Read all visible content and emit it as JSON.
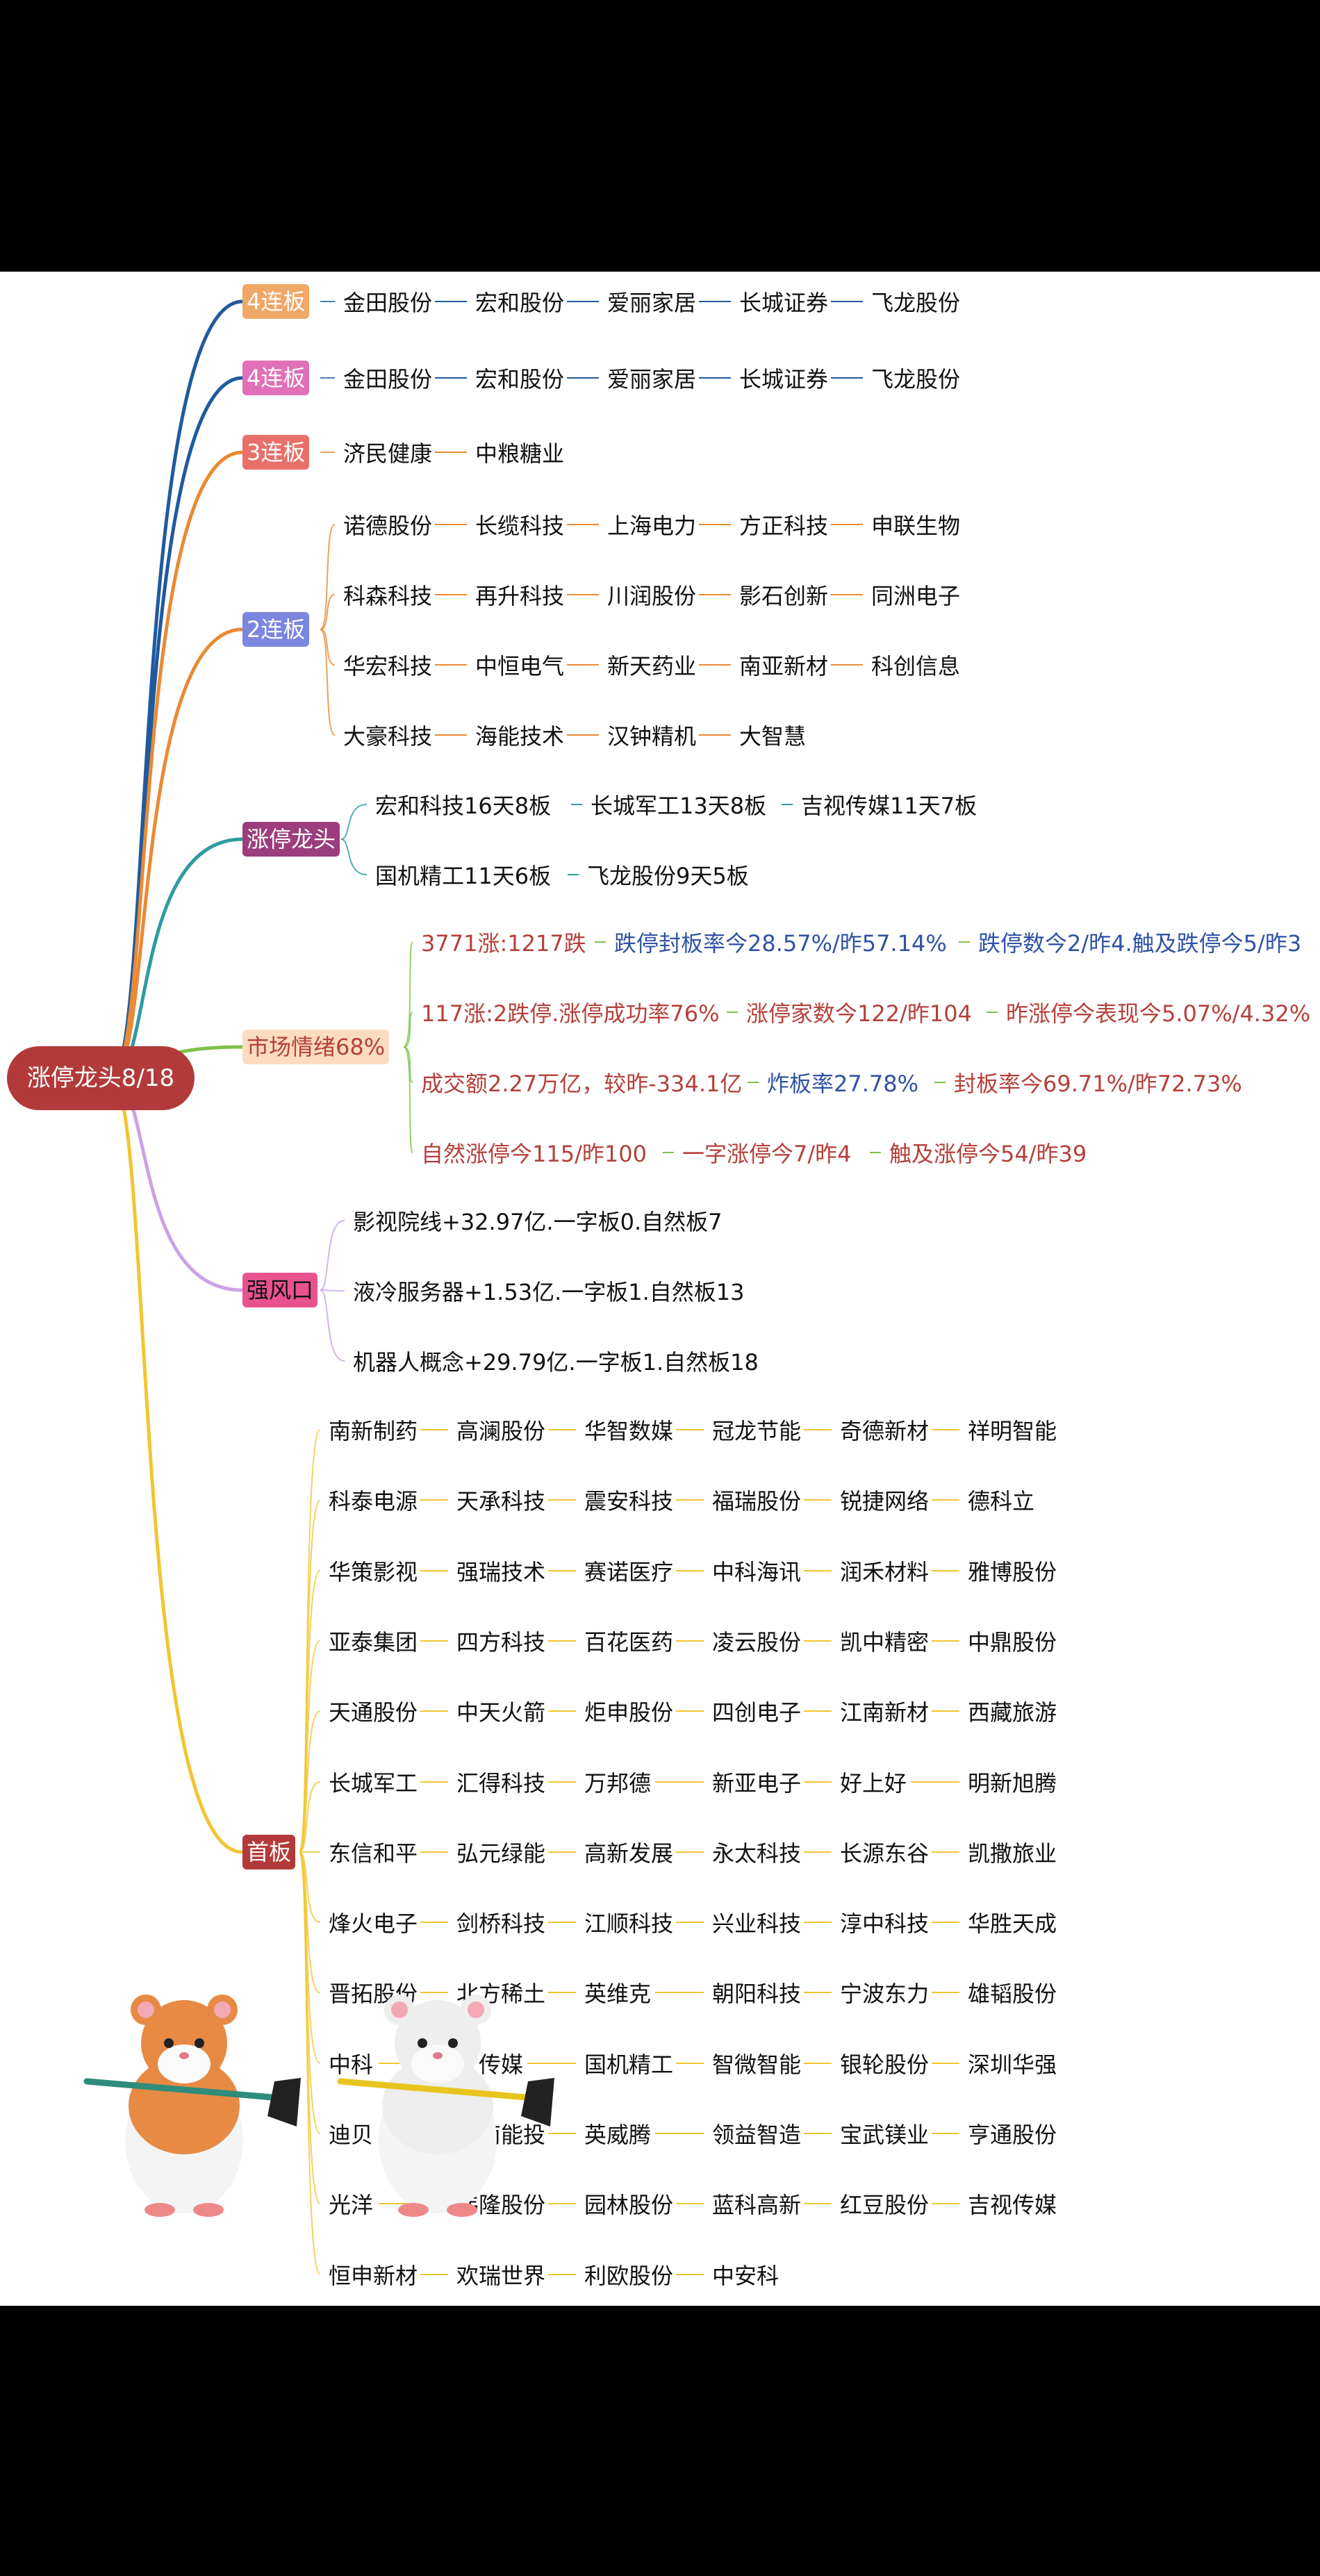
{
  "root": {
    "label": "涨停龙头8/18",
    "color": "#b23a3a"
  },
  "branches": [
    {
      "id": "b1",
      "label": "4连板",
      "bg": "#f1a765",
      "fg": "#ffffff",
      "line": "#1f5a9e",
      "rows": [
        [
          "金田股份",
          "宏和股份",
          "爱丽家居",
          "长城证券",
          "飞龙股份"
        ]
      ]
    },
    {
      "id": "b2",
      "label": "4连板",
      "bg": "#e070b8",
      "fg": "#ffffff",
      "line": "#1f5a9e",
      "rows": [
        [
          "金田股份",
          "宏和股份",
          "爱丽家居",
          "长城证券",
          "飞龙股份"
        ]
      ]
    },
    {
      "id": "b3",
      "label": "3连板",
      "bg": "#e8706a",
      "fg": "#ffffff",
      "line": "#e98a35",
      "rows": [
        [
          "济民健康",
          "中粮糖业"
        ]
      ]
    },
    {
      "id": "b4",
      "label": "2连板",
      "bg": "#7b86df",
      "fg": "#ffffff",
      "line": "#e98a35",
      "rows": [
        [
          "诺德股份",
          "长缆科技",
          "上海电力",
          "方正科技",
          "申联生物"
        ],
        [
          "科森科技",
          "再升科技",
          "川润股份",
          "影石创新",
          "同洲电子"
        ],
        [
          "华宏科技",
          "中恒电气",
          "新天药业",
          "南亚新材",
          "科创信息"
        ],
        [
          "大豪科技",
          "海能技术",
          "汉钟精机",
          "大智慧"
        ]
      ]
    },
    {
      "id": "b5",
      "label": "涨停龙头",
      "bg": "#9c3d7e",
      "fg": "#ffffff",
      "line": "#2e9ba0",
      "rows": [
        [
          "宏和科技16天8板",
          "长城军工13天8板",
          "吉视传媒11天7板"
        ],
        [
          "国机精工11天6板",
          "飞龙股份9天5板"
        ]
      ]
    },
    {
      "id": "b6",
      "label": "市场情绪68%",
      "bg": "#fbdcc0",
      "fg": "#b5403a",
      "line": "#7fc04a",
      "rows": [
        [
          {
            "t": "3771涨:1217跌",
            "c": "red"
          },
          {
            "t": "跌停封板率今28.57%/昨57.14%",
            "c": "blue"
          },
          {
            "t": "跌停数今2/昨4.触及跌停今5/昨3",
            "c": "blue"
          }
        ],
        [
          {
            "t": "117涨:2跌停.涨停成功率76%",
            "c": "red"
          },
          {
            "t": "涨停家数今122/昨104",
            "c": "red"
          },
          {
            "t": "昨涨停今表现今5.07%/4.32%",
            "c": "red"
          }
        ],
        [
          {
            "t": "成交额2.27万亿，较昨-334.1亿",
            "c": "red"
          },
          {
            "t": "炸板率27.78%",
            "c": "blue"
          },
          {
            "t": "封板率今69.71%/昨72.73%",
            "c": "red"
          }
        ],
        [
          {
            "t": "自然涨停今115/昨100",
            "c": "red"
          },
          {
            "t": "一字涨停今7/昨4",
            "c": "red"
          },
          {
            "t": "触及涨停今54/昨39",
            "c": "red"
          }
        ]
      ]
    },
    {
      "id": "b7",
      "label": "强风口",
      "bg": "#e8528f",
      "fg": "#111111",
      "line": "#c9a3e6",
      "rows": [
        [
          "影视院线+32.97亿.一字板0.自然板7"
        ],
        [
          "液冷服务器+1.53亿.一字板1.自然板13"
        ],
        [
          "机器人概念+29.79亿.一字板1.自然板18"
        ]
      ]
    },
    {
      "id": "b8",
      "label": "首板",
      "bg": "#b23a3a",
      "fg": "#ffffff",
      "line": "#f2c531",
      "rows": [
        [
          "南新制药",
          "高澜股份",
          "华智数媒",
          "冠龙节能",
          "奇德新材",
          "祥明智能"
        ],
        [
          "科泰电源",
          "天承科技",
          "震安科技",
          "福瑞股份",
          "锐捷网络",
          "德科立"
        ],
        [
          "华策影视",
          "强瑞技术",
          "赛诺医疗",
          "中科海讯",
          "润禾材料",
          "雅博股份"
        ],
        [
          "亚泰集团",
          "四方科技",
          "百花医药",
          "凌云股份",
          "凯中精密",
          "中鼎股份"
        ],
        [
          "天通股份",
          "中天火箭",
          "炬申股份",
          "四创电子",
          "江南新材",
          "西藏旅游"
        ],
        [
          "长城军工",
          "汇得科技",
          "万邦德",
          "新亚电子",
          "好上好",
          "明新旭腾"
        ],
        [
          "东信和平",
          "弘元绿能",
          "高新发展",
          "永太科技",
          "长源东谷",
          "凯撒旅业"
        ],
        [
          "烽火电子",
          "剑桥科技",
          "江顺科技",
          "兴业科技",
          "淳中科技",
          "华胜天成"
        ],
        [
          "晋拓股份",
          "北方稀土",
          "英维克",
          "朝阳科技",
          "宁波东力",
          "雄韬股份"
        ],
        [
          "中科",
          "文传媒",
          "国机精工",
          "智微智能",
          "银轮股份",
          "深圳华强"
        ],
        [
          "迪贝",
          "东南能投",
          "英威腾",
          "领益智造",
          "宝武镁业",
          "亨通股份"
        ],
        [
          "光洋",
          "伟隆股份",
          "园林股份",
          "蓝科高新",
          "红豆股份",
          "吉视传媒"
        ],
        [
          "恒申新材",
          "欢瑞世界",
          "利欧股份",
          "中安科"
        ]
      ]
    }
  ],
  "mascots": [
    {
      "name": "hamster-with-broom",
      "fur": "#e68a44"
    },
    {
      "name": "white-mouse-with-broom",
      "fur": "#eeeeee"
    }
  ]
}
